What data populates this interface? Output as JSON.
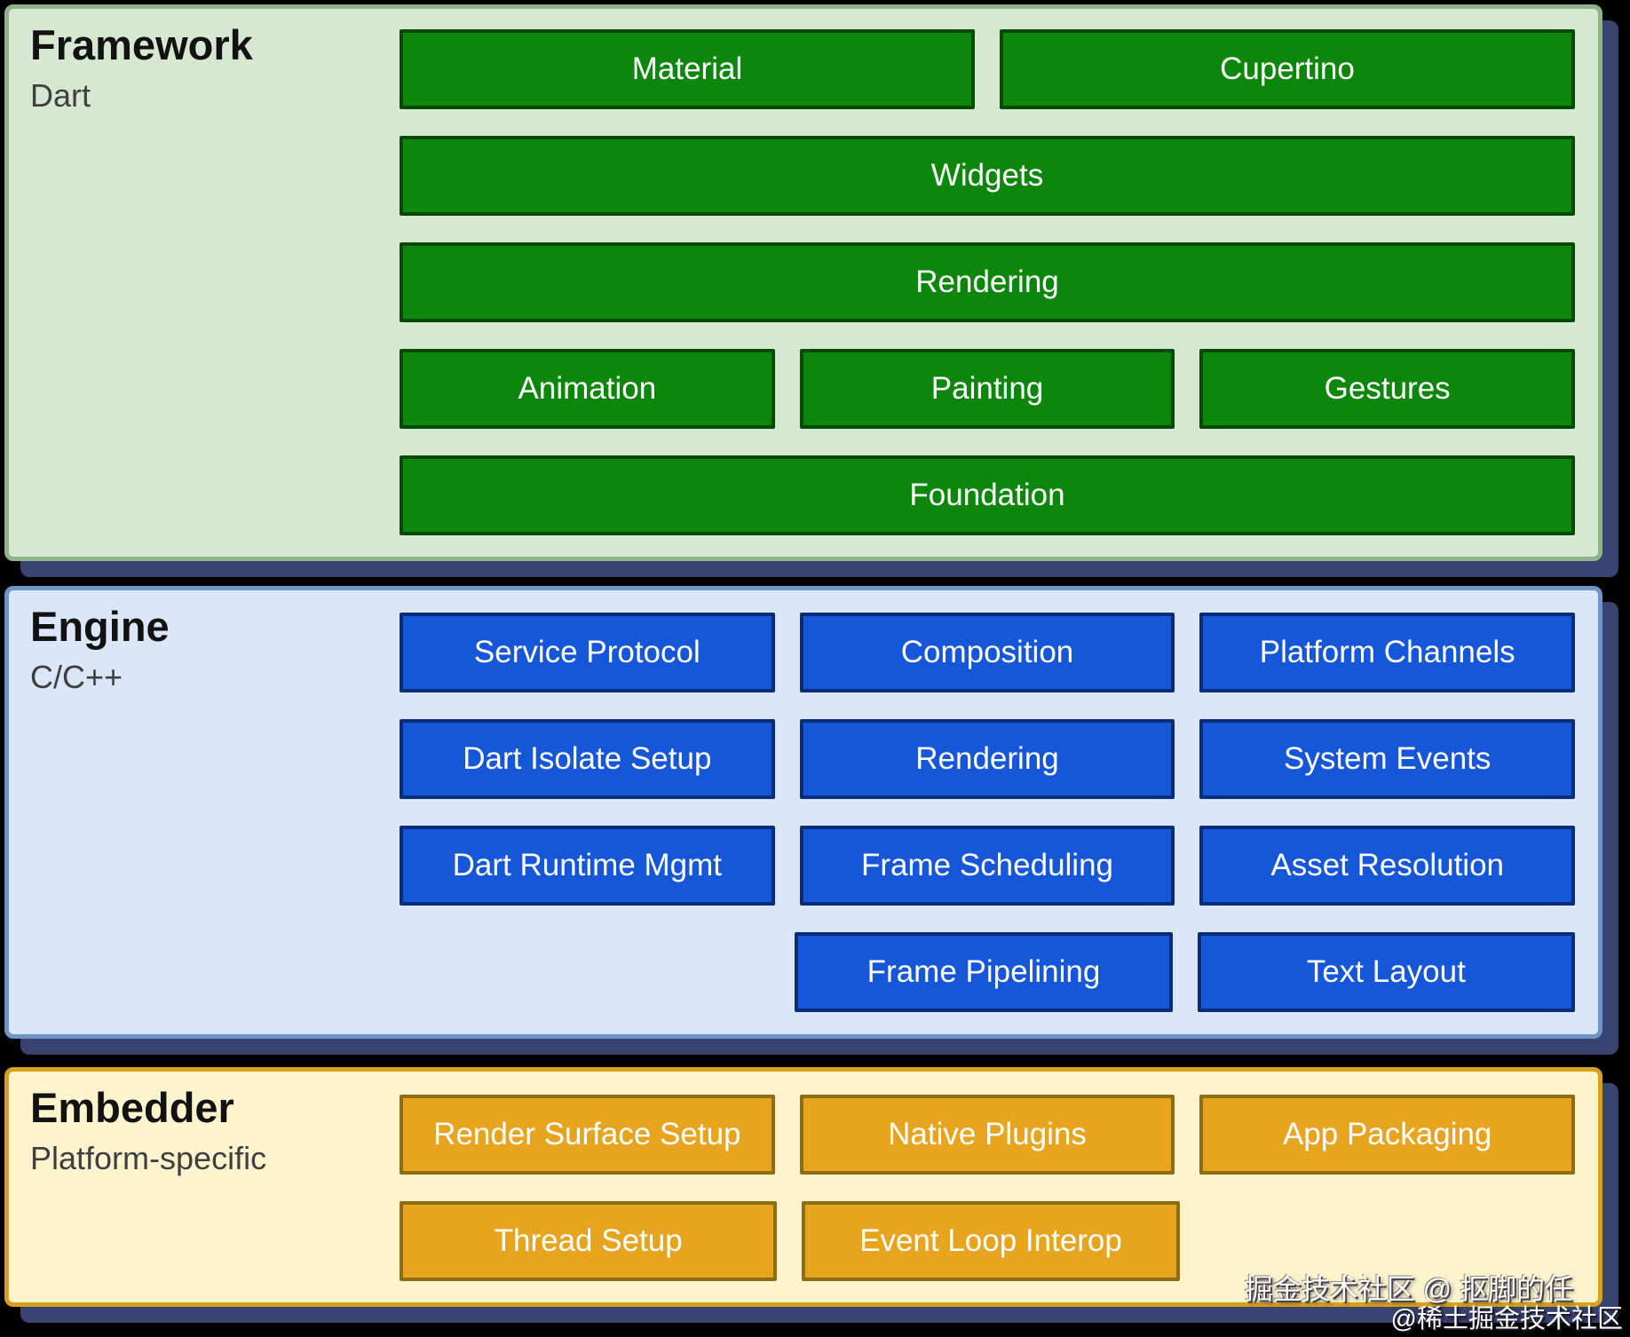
{
  "canvas": {
    "background": "#000000",
    "shadow_color": "#3a4270"
  },
  "layers": [
    {
      "title": "Framework",
      "subtitle": "Dart",
      "panel_bg": "#d7e8d2",
      "panel_border": "#8db387",
      "box_bg": "#0c870c",
      "box_border": "#064a06",
      "rows": [
        [
          "Material",
          "Cupertino"
        ],
        [
          "Widgets"
        ],
        [
          "Rendering"
        ],
        [
          "Animation",
          "Painting",
          "Gestures"
        ],
        [
          "Foundation"
        ]
      ]
    },
    {
      "title": "Engine",
      "subtitle": "C/C++",
      "panel_bg": "#dbe6f9",
      "panel_border": "#6e95c8",
      "box_bg": "#1656d8",
      "box_border": "#0a2d7a",
      "rows": [
        [
          "Service Protocol",
          "Composition",
          "Platform Channels"
        ],
        [
          "Dart Isolate Setup",
          "Rendering",
          "System Events"
        ],
        [
          "Dart Runtime Mgmt",
          "Frame Scheduling",
          "Asset Resolution"
        ],
        [
          null,
          "Frame Pipelining",
          "Text Layout"
        ]
      ]
    },
    {
      "title": "Embedder",
      "subtitle": "Platform-specific",
      "panel_bg": "#fdf3cd",
      "panel_border": "#d8a11c",
      "box_bg": "#e7a41f",
      "box_border": "#8f6c10",
      "rows": [
        [
          "Render Surface Setup",
          "Native Plugins",
          "App Packaging"
        ],
        [
          "Thread Setup",
          "Event Loop Interop",
          null
        ]
      ]
    }
  ],
  "watermarks": {
    "inner": "掘金技术社区 @ 抠脚的任",
    "outer": "@稀土掘金技术社区"
  }
}
